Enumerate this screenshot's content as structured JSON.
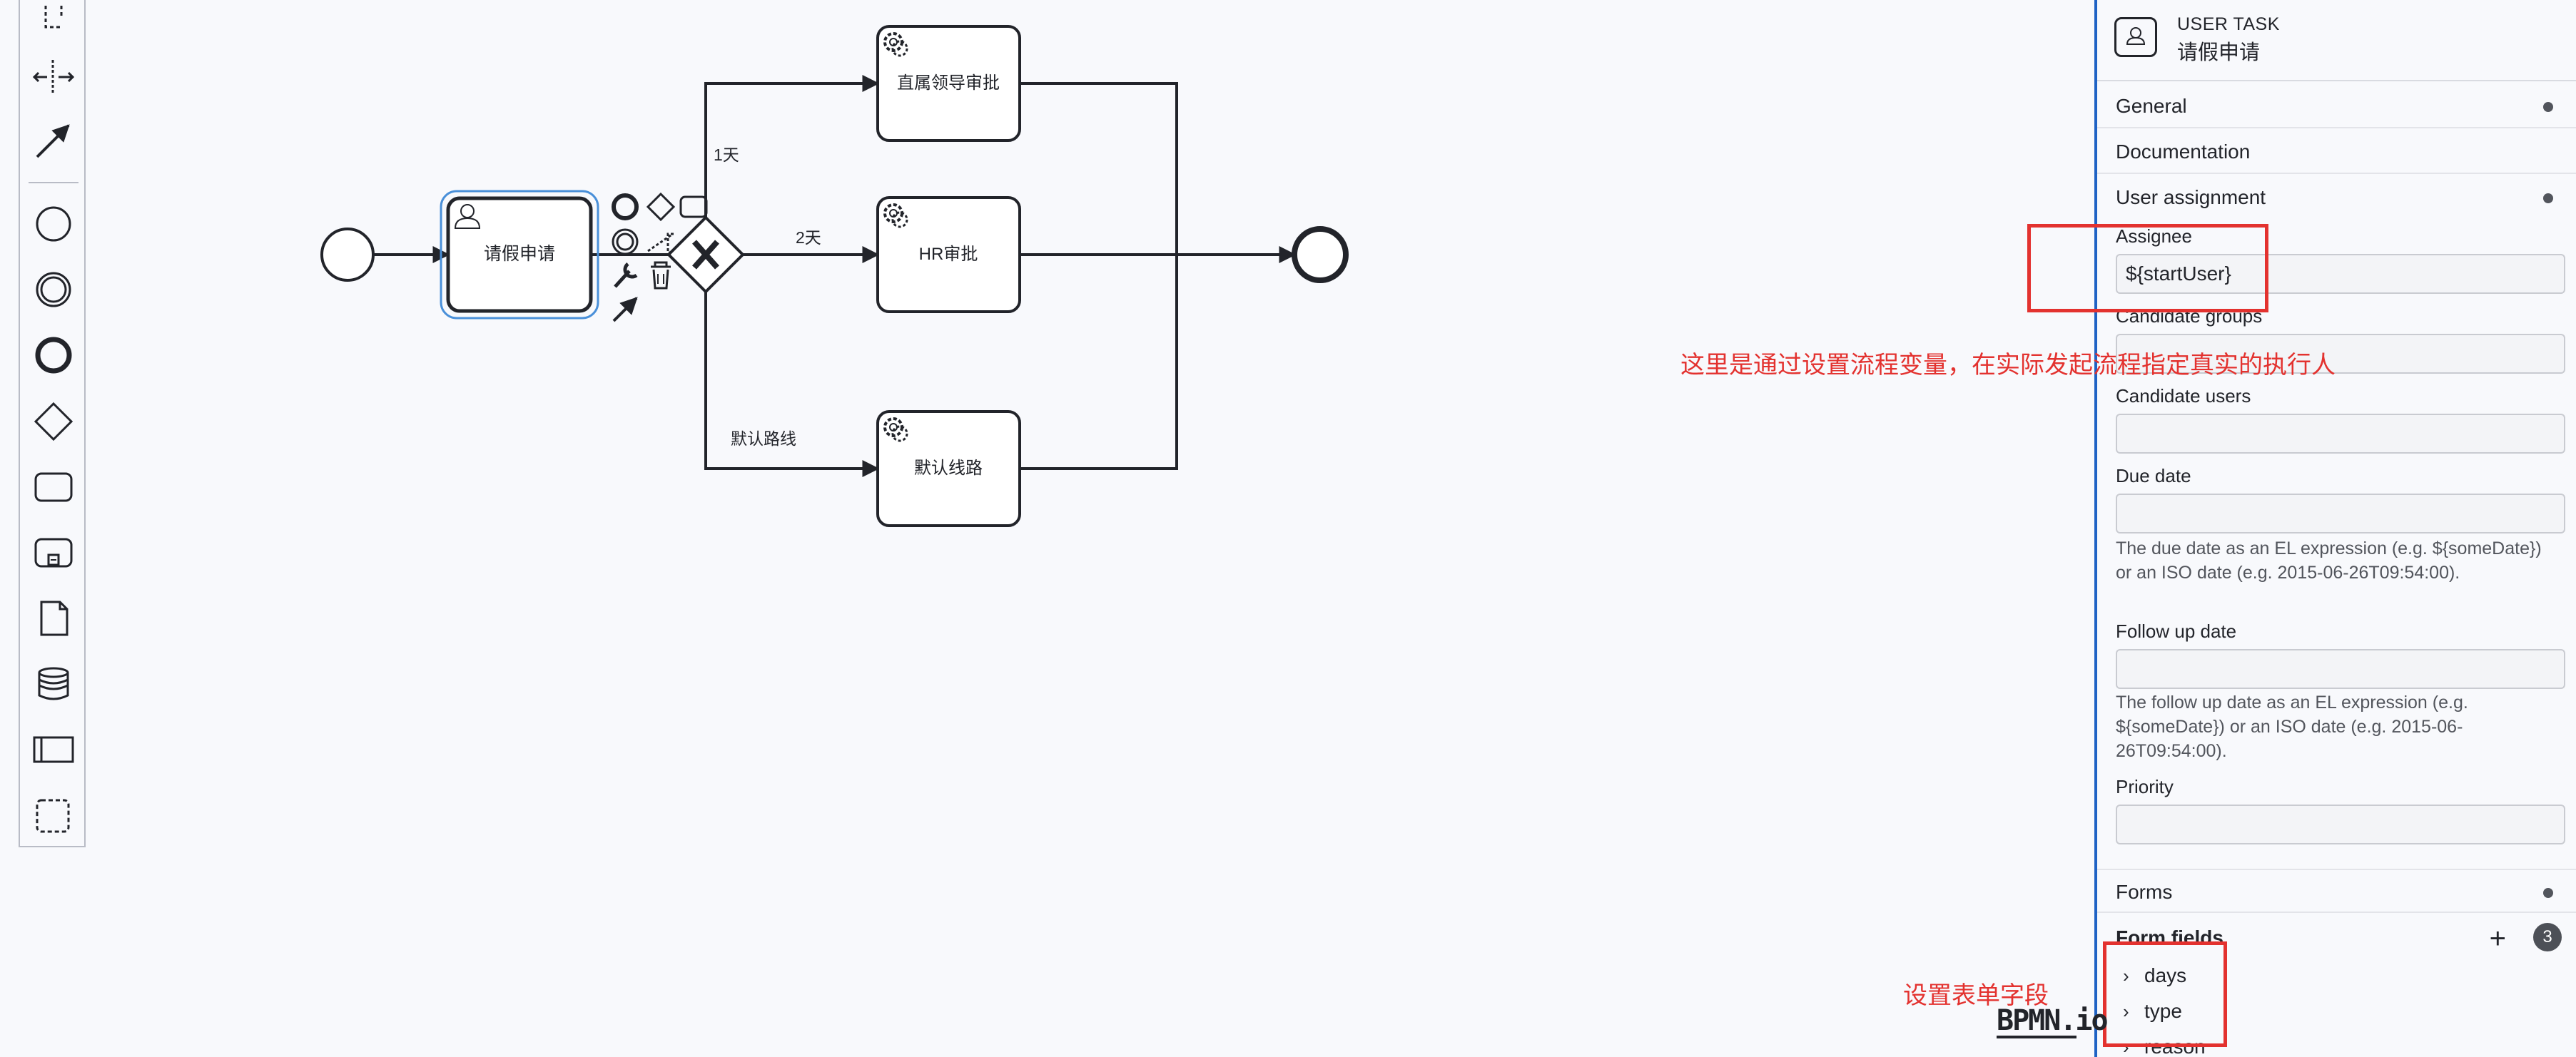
{
  "diagram": {
    "tasks": {
      "leave_request": "请假申请",
      "direct_leader": "直属领导审批",
      "hr": "HR审批",
      "default_route": "默认线路"
    },
    "flow_labels": {
      "one_day": "1天",
      "two_days": "2天",
      "default_path": "默认路线"
    },
    "icons": [
      "start-event-icon",
      "end-event-icon",
      "exclusive-gateway-icon",
      "user-task-icon",
      "service-task-icon"
    ]
  },
  "palette": {
    "tools": [
      "lasso-tool",
      "space-tool",
      "connect-tool",
      "start-event",
      "intermediate-event",
      "end-event",
      "gateway",
      "task",
      "subprocess",
      "data-object",
      "data-store",
      "pool",
      "group"
    ]
  },
  "panel": {
    "header": {
      "type": "USER TASK",
      "name": "请假申请"
    },
    "groups": {
      "general": "General",
      "documentation": "Documentation",
      "user_assignment": "User assignment",
      "forms": "Forms",
      "form_fields": "Form fields"
    },
    "fields": {
      "assignee_label": "Assignee",
      "assignee_value": "${startUser}",
      "candidate_groups_label": "Candidate groups",
      "candidate_users_label": "Candidate users",
      "due_date_label": "Due date",
      "due_date_desc": "The due date as an EL expression (e.g. ${someDate}) or an ISO date (e.g. 2015-06-26T09:54:00).",
      "follow_up_label": "Follow up date",
      "follow_up_desc": "The follow up date as an EL expression (e.g. ${someDate}) or an ISO date (e.g. 2015-06-26T09:54:00).",
      "priority_label": "Priority"
    },
    "form_fields": {
      "count": "3",
      "add_symbol": "+",
      "items": [
        "days",
        "type",
        "reason"
      ]
    }
  },
  "annotations": {
    "assignee_note": "这里是通过设置流程变量，在实际发起流程指定真实的执行人",
    "form_note": "设置表单字段"
  },
  "watermark": "BPMN.io",
  "colors": {
    "annotation": "#e3322f",
    "selection": "#4a90d9",
    "panel_accent": "#1f62c4"
  }
}
